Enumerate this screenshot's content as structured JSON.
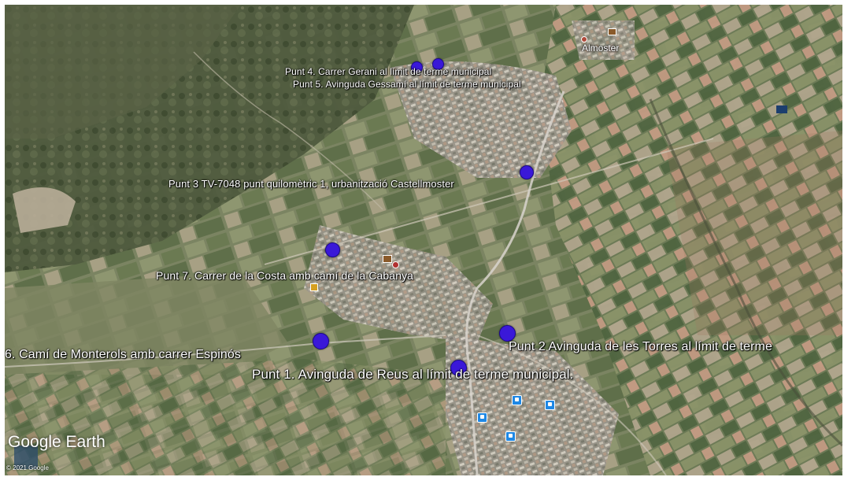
{
  "map": {
    "town": "Almoster",
    "points": [
      {
        "id": "p1",
        "label": "Punt 1. Avinguda de Reus al límit de terme municipal."
      },
      {
        "id": "p2",
        "label": "Punt 2 Avinguda de les Torres al límit de terme"
      },
      {
        "id": "p3",
        "label": "Punt 3 TV-7048 punt quilomètric 1, urbanització Castellmoster"
      },
      {
        "id": "p4",
        "label": "Punt 4.  Carrer Gerani al límit de terme municipal"
      },
      {
        "id": "p5",
        "label": "Punt 5.  Avinguda Gessamí al límit de terme municipal"
      },
      {
        "id": "p6",
        "label": "6.  Camí de Monterols amb carrer Espinós"
      },
      {
        "id": "p7",
        "label": "Punt 7.  Carrer de la Costa amb camí de la Cabanya"
      }
    ],
    "colors": {
      "marker": "#3a18d8",
      "bus_stop": "#1e88e5"
    }
  },
  "branding": {
    "logo": "Google Earth",
    "copyright": "© 2021 Google"
  }
}
